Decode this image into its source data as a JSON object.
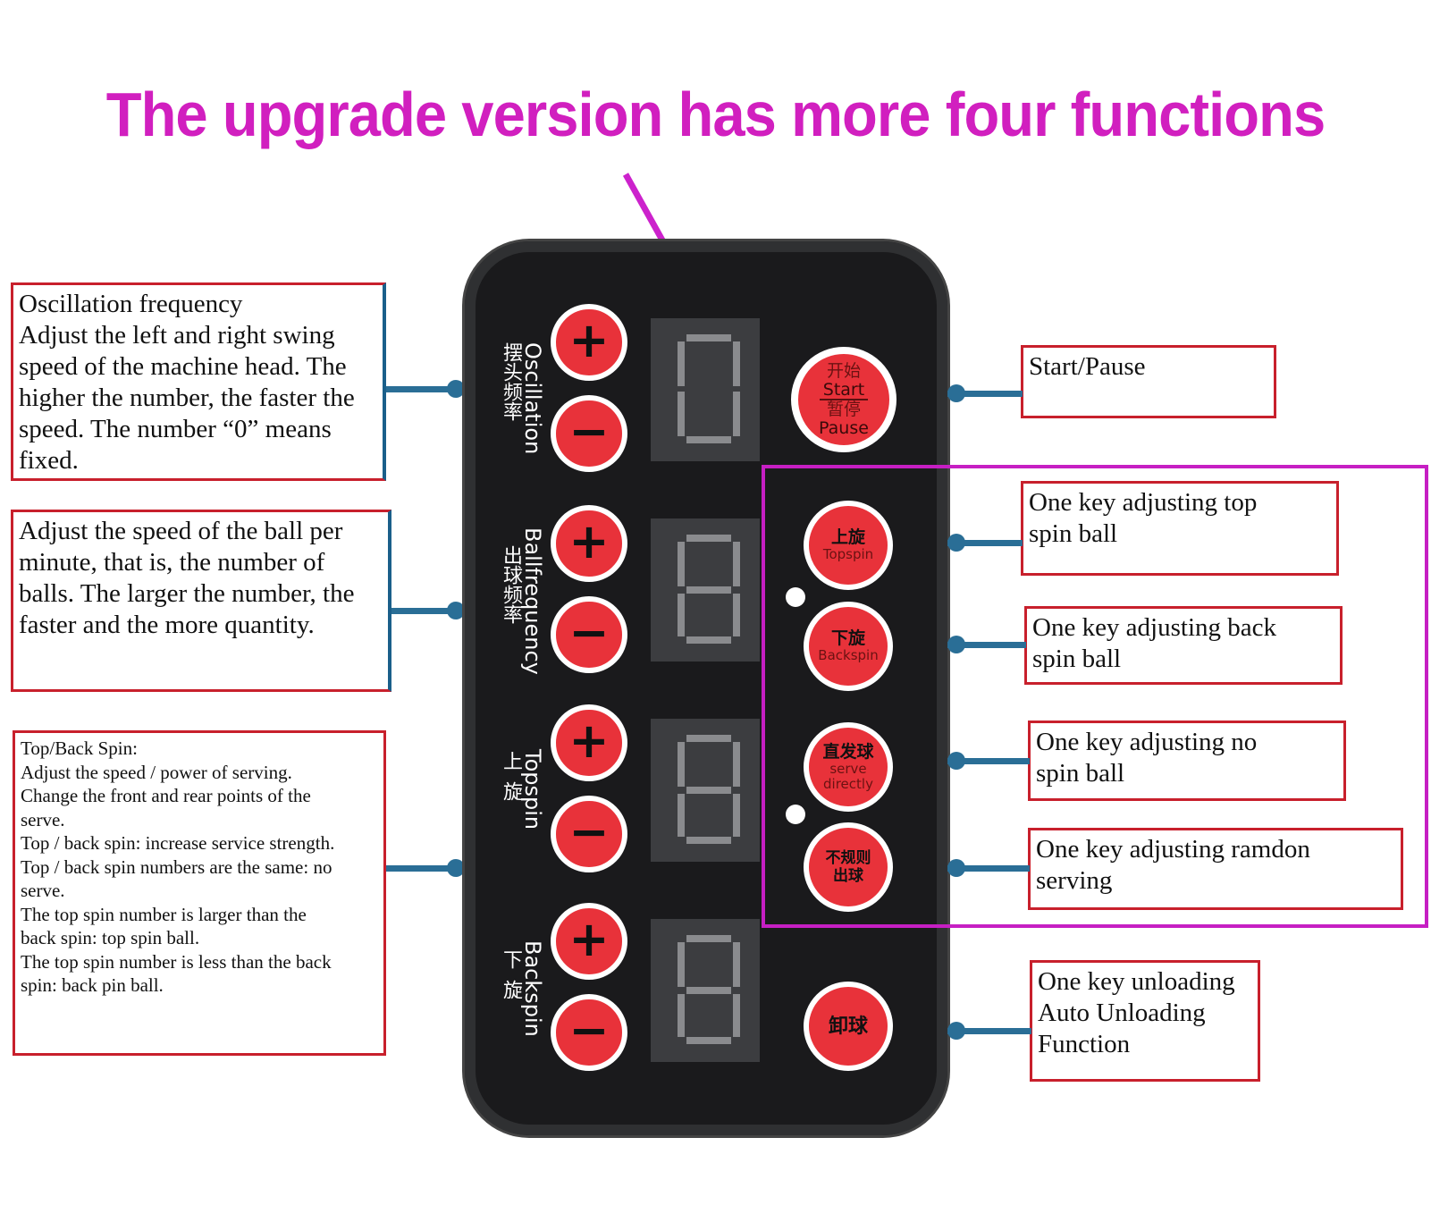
{
  "headline": {
    "text": "The upgrade version has more four functions",
    "color": "#d11fbf"
  },
  "colors": {
    "annotation_border": "#c8202c",
    "connector": "#2a6e96",
    "panel": "#1a1a1c",
    "button_red": "#e8323a",
    "group_box": "#c61fc3",
    "arrow": "#cc22cc"
  },
  "annotations_left": [
    {
      "text": "Oscillation frequency\nAdjust the left and right swing\nspeed of the machine head. The\nhigher the number, the faster the\nspeed. The number “0” means\nfixed."
    },
    {
      "text": "Adjust the speed of the ball per\nminute, that is, the number of\nballs. The larger the number, the\nfaster and the more quantity."
    },
    {
      "text": "Top/Back Spin:\nAdjust the speed / power of serving.\nChange the front and rear points of the\nserve.\nTop / back spin: increase service strength.\nTop / back spin numbers are the same: no\nserve.\nThe top spin number is larger than the\nback spin: top spin ball.\nThe top spin number is less than the back\nspin: back pin ball."
    }
  ],
  "annotations_right": [
    {
      "text": "Start/Pause"
    },
    {
      "text": "One key adjusting top\nspin ball"
    },
    {
      "text": "One key adjusting back\nspin ball"
    },
    {
      "text": "One key adjusting no\nspin ball"
    },
    {
      "text": "One key adjusting ramdon\nserving"
    },
    {
      "text": "One key unloading\nAuto Unloading\nFunction"
    }
  ],
  "panel": {
    "rows": [
      {
        "label_cn": "摆头频率",
        "label_en": "Oscillation",
        "digit": "0"
      },
      {
        "label_cn": "出球频率",
        "label_en": "Ballfrequency",
        "digit": "8"
      },
      {
        "label_cn": "上旋",
        "label_en": "Topspin",
        "digit": "8"
      },
      {
        "label_cn": "下旋",
        "label_en": "Backspin",
        "digit": "8"
      }
    ],
    "plus": "+",
    "minus": "−",
    "start_pause": {
      "cn_top": "开始",
      "en_top": "Start",
      "cn_bottom": "暂停",
      "en_bottom": "Pause"
    },
    "topspin_btn": {
      "cn": "上旋",
      "en": "Topspin"
    },
    "backspin_btn": {
      "cn": "下旋",
      "en": "Backspin"
    },
    "serve_directly_btn": {
      "cn": "直发球",
      "en": "serve directly"
    },
    "random_btn": {
      "cn": "不规则出球"
    },
    "unload_btn": {
      "cn": "卸球"
    }
  }
}
